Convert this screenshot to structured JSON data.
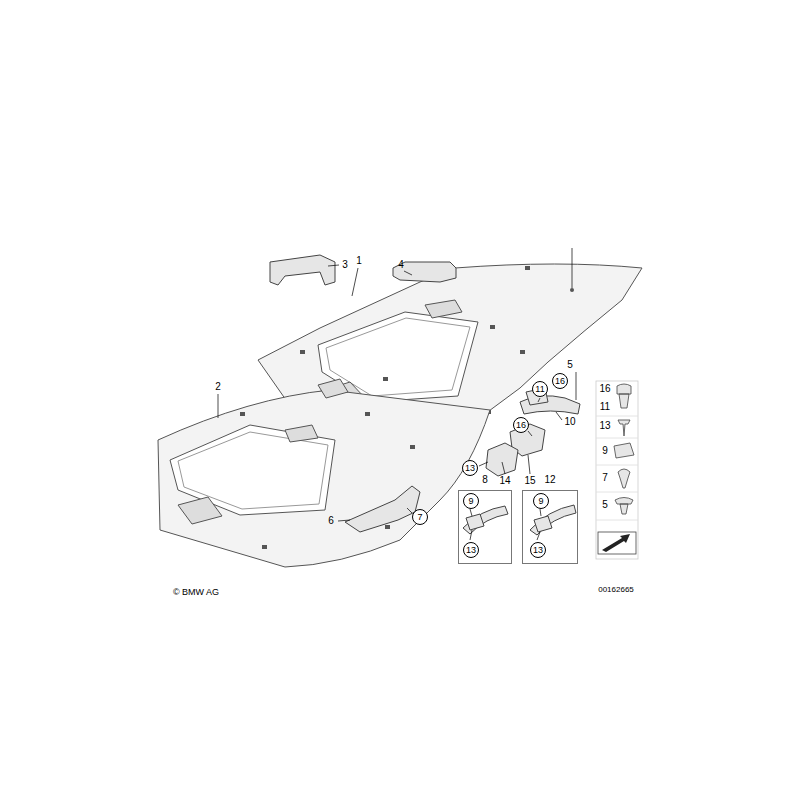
{
  "diagram": {
    "nodes": [
      {
        "text": [
          "11"
        ]
      },
      {
        "text": [
          "16"
        ]
      },
      {
        "text": [
          "16"
        ]
      },
      {
        "text": [
          "13"
        ]
      },
      {
        "text": [
          "7"
        ]
      },
      {
        "text": [
          "8"
        ]
      },
      {
        "text": [
          "9"
        ],
        "in": 5
      },
      {
        "text": [
          "13"
        ],
        "in": 5
      },
      {
        "text": [
          "12"
        ]
      },
      {
        "text": [
          "9"
        ],
        "in": 8
      },
      {
        "text": [
          "13"
        ],
        "in": 8
      }
    ],
    "labels": [
      "3",
      "1",
      "4",
      "2",
      "5",
      "10",
      "14",
      "15",
      "6",
      "16",
      "11",
      "13",
      "9",
      "7",
      "5",
      "00162665",
      "© BMW AG"
    ]
  }
}
